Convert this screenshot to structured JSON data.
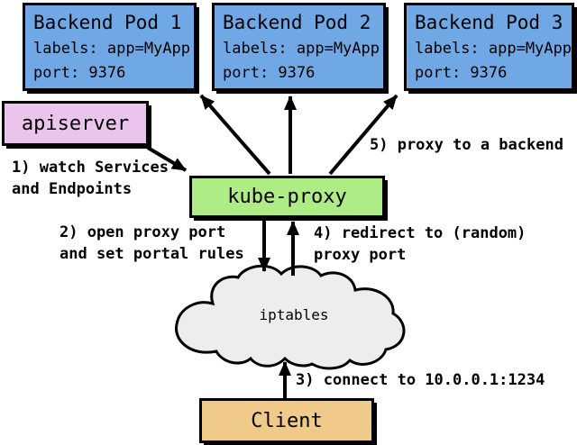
{
  "diagram": {
    "pods": [
      {
        "title": "Backend Pod 1",
        "labels_line": "labels: app=MyApp",
        "port_line": "port: 9376"
      },
      {
        "title": "Backend Pod 2",
        "labels_line": "labels: app=MyApp",
        "port_line": "port: 9376"
      },
      {
        "title": "Backend Pod 3",
        "labels_line": "labels: app=MyApp",
        "port_line": "port: 9376"
      }
    ],
    "nodes": {
      "apiserver": "apiserver",
      "kube_proxy": "kube-proxy",
      "iptables": "iptables",
      "client": "Client"
    },
    "annotations": {
      "step1": {
        "line1": "1) watch Services",
        "line2": "and Endpoints"
      },
      "step2": {
        "line1": "2) open proxy port",
        "line2": "and set portal rules"
      },
      "step3": {
        "line1": "3) connect to 10.0.0.1:1234"
      },
      "step4": {
        "line1": "4) redirect to (random)",
        "line2": "proxy port"
      },
      "step5": {
        "line1": "5) proxy to a backend"
      }
    },
    "colors": {
      "pod_fill": "#6fa8e4",
      "apiserver_fill": "#eac4ec",
      "kube_proxy_fill": "#aeec85",
      "client_fill": "#f0ca88",
      "cloud_fill": "#ededed",
      "line_color": "#000000"
    }
  }
}
